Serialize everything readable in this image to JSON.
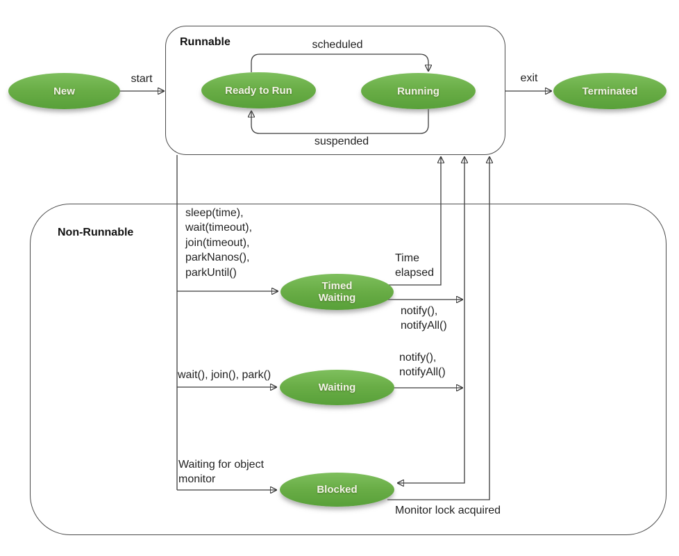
{
  "colors": {
    "state_fill_top": "#7ebf5d",
    "state_fill_mid": "#69ad46",
    "state_fill_bottom": "#58a039",
    "state_text": "#f3f2e7",
    "line": "#3b3b3b",
    "label_text": "#1f1f1f",
    "container_border": "#4a4a4a",
    "background": "#ffffff"
  },
  "containers": {
    "runnable": {
      "label": "Runnable"
    },
    "non_runnable": {
      "label": "Non-Runnable"
    }
  },
  "states": {
    "new": {
      "label": "New"
    },
    "ready_to_run": {
      "label": "Ready to Run"
    },
    "running": {
      "label": "Running"
    },
    "terminated": {
      "label": "Terminated"
    },
    "timed_waiting": {
      "lines": [
        "Timed",
        "Waiting"
      ]
    },
    "waiting": {
      "label": "Waiting"
    },
    "blocked": {
      "label": "Blocked"
    }
  },
  "transitions": {
    "start": {
      "label": "start"
    },
    "exit": {
      "label": "exit"
    },
    "scheduled": {
      "label": "scheduled"
    },
    "suspended": {
      "label": "suspended"
    },
    "to_timed_waiting": {
      "lines": [
        "sleep(time),",
        "wait(timeout),",
        "join(timeout),",
        "parkNanos(),",
        "parkUntil()"
      ]
    },
    "time_elapsed": {
      "lines": [
        "Time",
        "elapsed"
      ]
    },
    "timed_notify": {
      "lines": [
        "notify(),",
        "notifyAll()"
      ]
    },
    "to_waiting": {
      "label": "wait(), join(), park()"
    },
    "waiting_notify": {
      "lines": [
        "notify(),",
        "notifyAll()"
      ]
    },
    "to_blocked": {
      "lines": [
        "Waiting for object",
        "monitor"
      ]
    },
    "monitor_lock_acquired": {
      "label": "Monitor lock acquired"
    }
  }
}
